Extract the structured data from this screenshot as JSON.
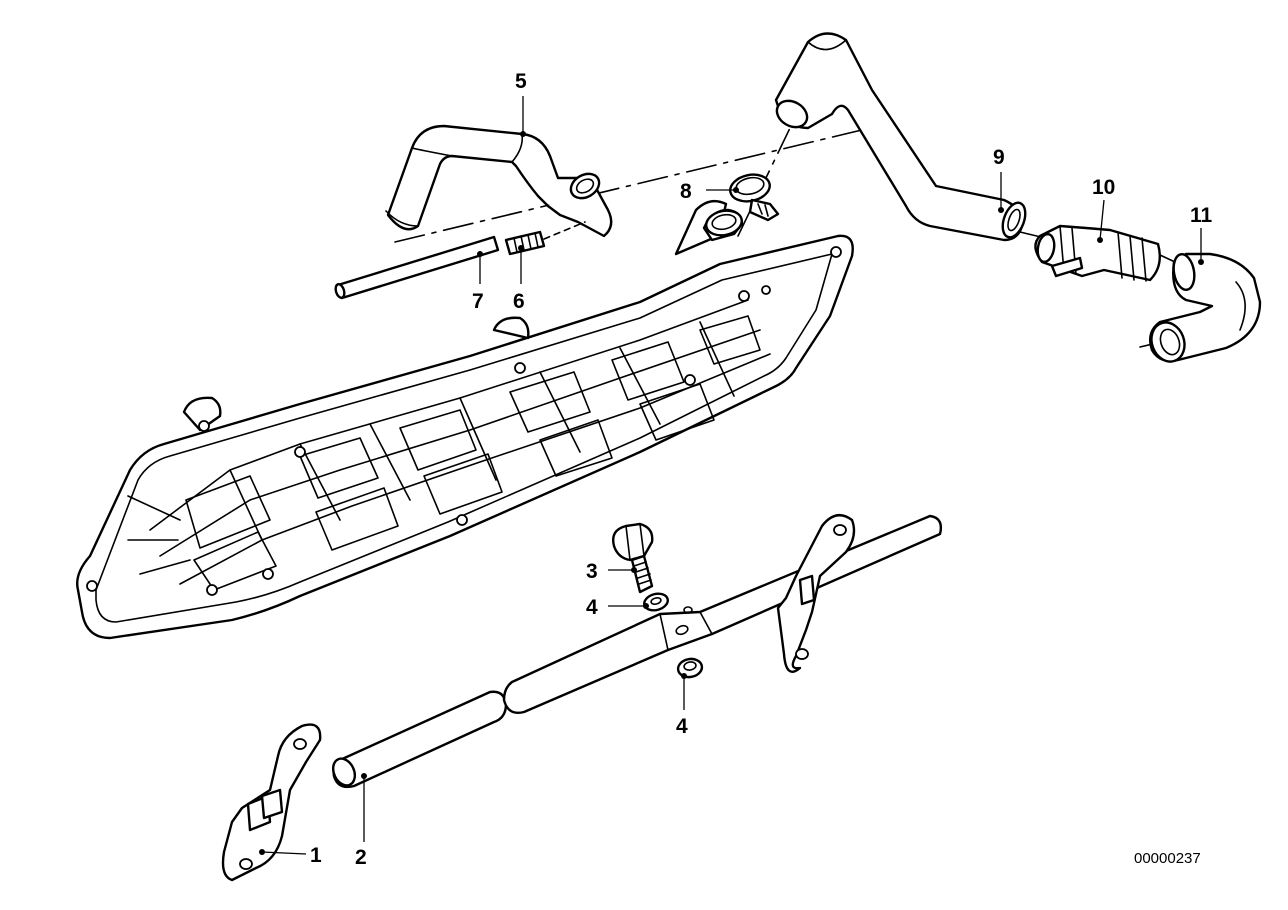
{
  "callouts": [
    {
      "id": "1",
      "label": "1"
    },
    {
      "id": "2",
      "label": "2"
    },
    {
      "id": "3",
      "label": "3"
    },
    {
      "id": "4a",
      "label": "4"
    },
    {
      "id": "4b",
      "label": "4"
    },
    {
      "id": "5",
      "label": "5"
    },
    {
      "id": "6",
      "label": "6"
    },
    {
      "id": "7",
      "label": "7"
    },
    {
      "id": "8",
      "label": "8"
    },
    {
      "id": "9",
      "label": "9"
    },
    {
      "id": "10",
      "label": "10"
    },
    {
      "id": "11",
      "label": "11"
    }
  ],
  "diagram_ref": "00000237"
}
